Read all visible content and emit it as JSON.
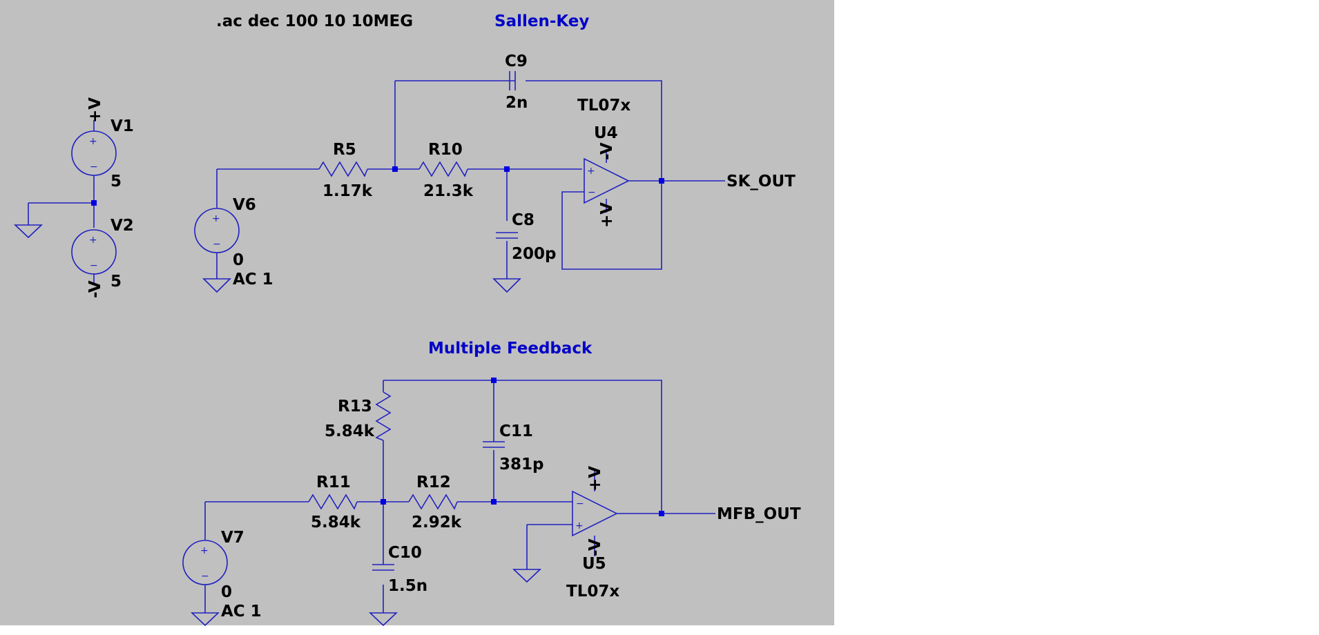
{
  "directive": ".ac dec 100 10 10MEG",
  "sections": {
    "sallen_key": "Sallen-Key",
    "mfb": "Multiple Feedback"
  },
  "supplies": {
    "V1": {
      "name": "V1",
      "value": "5",
      "net": "+V"
    },
    "V2": {
      "name": "V2",
      "value": "5",
      "net": "-V"
    }
  },
  "sallen_key": {
    "V6": {
      "name": "V6",
      "value": "0",
      "ac": "AC 1"
    },
    "R5": {
      "name": "R5",
      "value": "1.17k"
    },
    "R10": {
      "name": "R10",
      "value": "21.3k"
    },
    "C9": {
      "name": "C9",
      "value": "2n"
    },
    "C8": {
      "name": "C8",
      "value": "200p"
    },
    "U4": {
      "name": "U4",
      "model": "TL07x",
      "vneg": "-V",
      "vpos": "+V"
    },
    "output": "SK_OUT"
  },
  "mfb": {
    "V7": {
      "name": "V7",
      "value": "0",
      "ac": "AC 1"
    },
    "R11": {
      "name": "R11",
      "value": "5.84k"
    },
    "R12": {
      "name": "R12",
      "value": "2.92k"
    },
    "R13": {
      "name": "R13",
      "value": "5.84k"
    },
    "C10": {
      "name": "C10",
      "value": "1.5n"
    },
    "C11": {
      "name": "C11",
      "value": "381p"
    },
    "U5": {
      "name": "U5",
      "model": "TL07x",
      "vpos": "+V",
      "vneg": "-V"
    },
    "output": "MFB_OUT"
  },
  "colors": {
    "background": "#c0c0c0",
    "wire": "#2020c0",
    "junction": "#0000e0",
    "title": "#0000c8",
    "text": "#000000"
  }
}
